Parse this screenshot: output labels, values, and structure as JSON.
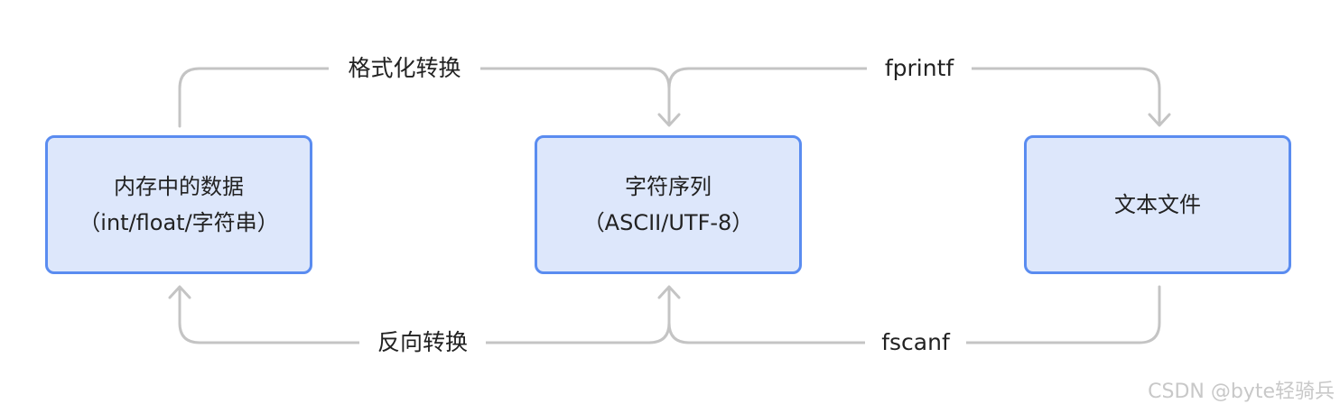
{
  "nodes": {
    "memory": {
      "line1": "内存中的数据",
      "line2": "（int/float/字符串）"
    },
    "sequence": {
      "line1": "字符序列",
      "line2": "（ASCII/UTF-8）"
    },
    "file": {
      "line1": "文本文件"
    }
  },
  "edges": {
    "format_convert": "格式化转换",
    "fprintf": "fprintf",
    "reverse_convert": "反向转换",
    "fscanf": "fscanf"
  },
  "watermark": "CSDN @byte轻骑兵",
  "colors": {
    "node_fill": "#dde7fb",
    "node_border": "#5a8cf0",
    "connector": "#c4c4c4",
    "text": "#222222"
  }
}
